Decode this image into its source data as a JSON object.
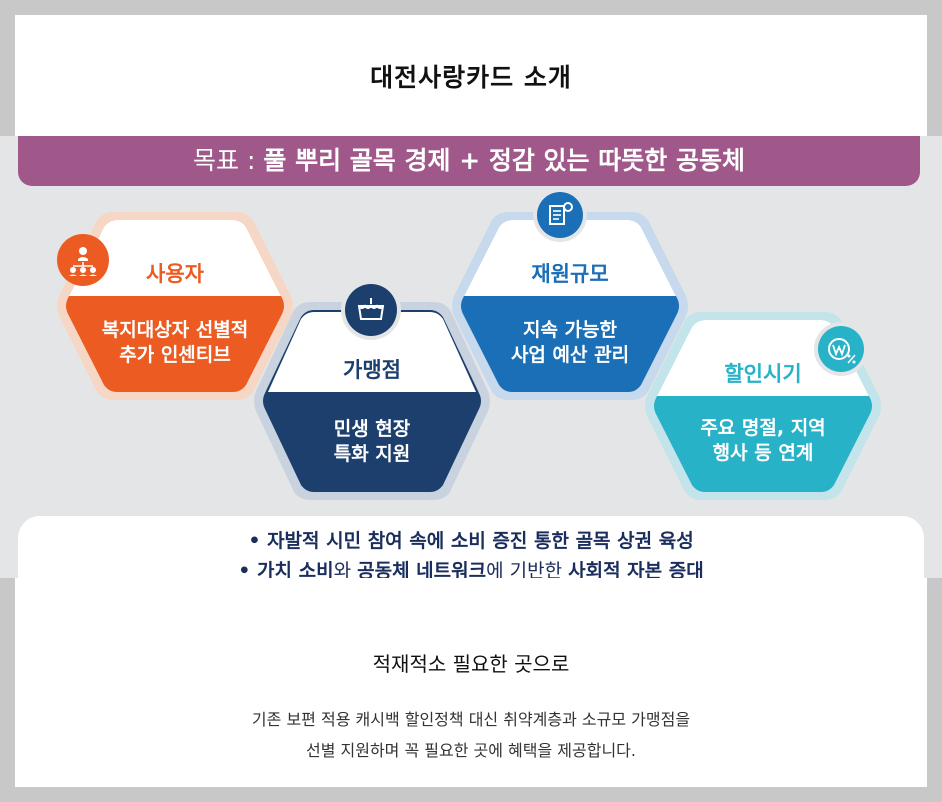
{
  "page_title": "대전사랑카드 소개",
  "goal": {
    "label": "목표 : ",
    "text": "풀 뿌리 골목 경제 + 정감 있는 따뜻한 공동체"
  },
  "pillars": [
    {
      "title": "사용자",
      "lines": [
        "복지대상자 선별적",
        "추가 인센티브"
      ],
      "icon": "people-network-icon",
      "color": "#ec5c22"
    },
    {
      "title": "가맹점",
      "lines": [
        "민생 현장",
        "특화 지원"
      ],
      "icon": "store-icon",
      "color": "#1c3f6e"
    },
    {
      "title": "재원규모",
      "lines": [
        "지속 가능한",
        "사업 예산 관리"
      ],
      "icon": "budget-list-icon",
      "color": "#1b6fb7"
    },
    {
      "title": "할인시기",
      "lines": [
        "주요 명절, 지역",
        "행사 등 연계"
      ],
      "icon": "won-discount-icon",
      "color": "#28b2c8"
    }
  ],
  "bullets": {
    "b1": "• 자발적 시민 참여 속에 소비 증진 통한 골목 상권 육성",
    "b2_prefix": "• 가치 소비",
    "b2_mid1": "와 ",
    "b2_strong1": "공동체 네트워크",
    "b2_mid2": "에 기반한 ",
    "b2_strong2": "사회적 자본 증대"
  },
  "section": {
    "title": "적재적소 필요한 곳으로",
    "desc_line1": "기존 보편 적용 캐시백 할인정책 대신 취약계층과 소규모 가맹점을",
    "desc_line2": "선별 지원하며 꼭 필요한 곳에 혜택을 제공합니다."
  }
}
